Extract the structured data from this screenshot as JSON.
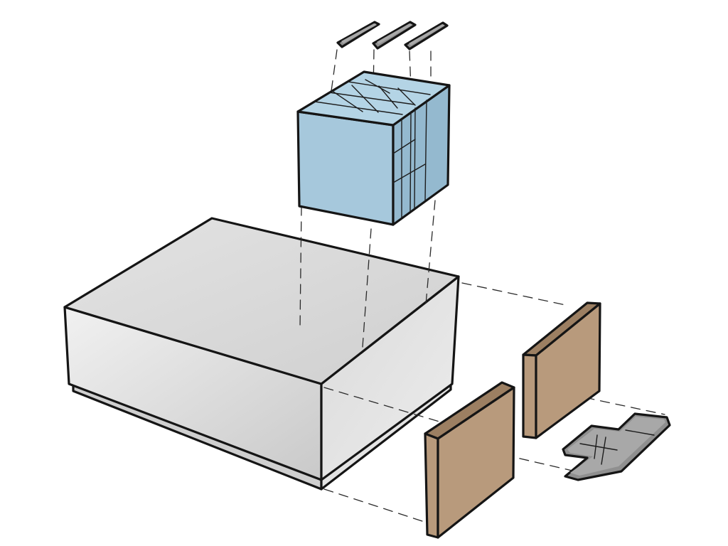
{
  "figure": {
    "background": "#ffffff",
    "ink_color": "#151515",
    "palette": {
      "podium_top": "#d8d8d8",
      "podium_side_light": "#ececec",
      "podium_side_dark": "#bdbdbd",
      "tower_front": "#a6c8dc",
      "tower_side": "#93b9cf",
      "tower_top": "#b3d3e4",
      "wall_face": "#b89a7c",
      "wall_edge": "#9c7f62",
      "panel_fill": "#8f8f8f",
      "panel_top": "#a6a6a6"
    },
    "components": [
      {
        "id": "roof-panels",
        "count": 3,
        "shape": "panel",
        "color": "#8f8f8f"
      },
      {
        "id": "tower",
        "shape": "box",
        "color": "#a6c8dc"
      },
      {
        "id": "podium",
        "shape": "box",
        "color": "#d8d8d8"
      },
      {
        "id": "wall-panels",
        "count": 2,
        "shape": "slab",
        "color": "#b89a7c"
      },
      {
        "id": "floor-plate",
        "count": 1,
        "shape": "plate",
        "color": "#8f8f8f"
      }
    ]
  }
}
